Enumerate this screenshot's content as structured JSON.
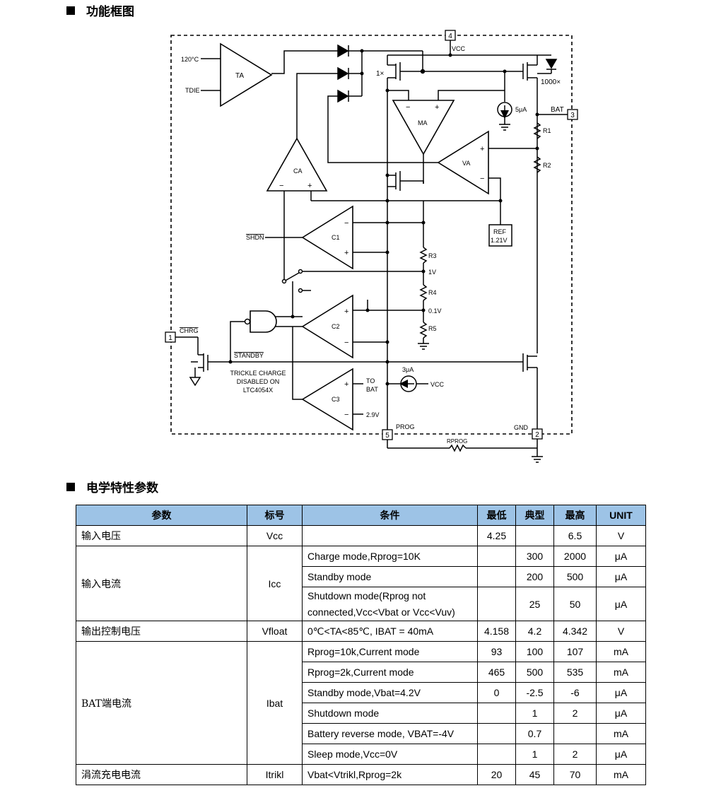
{
  "sections": {
    "diagram_title": "功能框图",
    "table_title": "电学特性参数"
  },
  "diagram": {
    "labels": {
      "temp_120": "120°C",
      "t_die": "TDIE",
      "ta": "TA",
      "mirror_1x": "1×",
      "mirror_1000x": "1000×",
      "pin4_vcc": "VCC",
      "i_5ua": "5μA",
      "bat": "BAT",
      "r1": "R1",
      "r2": "R2",
      "ma": "MA",
      "ca": "CA",
      "va": "VA",
      "c1": "C1",
      "c2": "C2",
      "c3": "C3",
      "shdn": "SHDN",
      "chrg": "CHRG",
      "standby": "STANDBY",
      "ref": "REF",
      "ref_v": "1.21V",
      "r3": "R3",
      "v_1": "1V",
      "r4": "R4",
      "v_01": "0.1V",
      "r5": "R5",
      "trickle_1": "TRICKLE CHARGE",
      "trickle_2": "DISABLED ON",
      "trickle_3": "LTC4054X",
      "to": "TO",
      "to_bat": "BAT",
      "i_3ua": "3μA",
      "vcc_src": "VCC",
      "v_29": "2.9V",
      "prog": "PROG",
      "gnd": "GND",
      "rprog": "RPROG",
      "minus": "−",
      "plus": "+",
      "pin1": "1",
      "pin2": "2",
      "pin3": "3",
      "pin4": "4",
      "pin5": "5"
    }
  },
  "table": {
    "headers": [
      "参数",
      "标号",
      "条件",
      "最低",
      "典型",
      "最高",
      "UNIT"
    ],
    "groups": [
      {
        "param": "输入电压",
        "symbol": "Vcc",
        "rows": [
          {
            "cond": "",
            "min": "4.25",
            "typ": "",
            "max": "6.5",
            "unit": "V"
          }
        ]
      },
      {
        "param": "输入电流",
        "symbol": "Icc",
        "rows": [
          {
            "cond": "Charge mode,Rprog=10K",
            "min": "",
            "typ": "300",
            "max": "2000",
            "unit": "μA"
          },
          {
            "cond": "Standby mode",
            "min": "",
            "typ": "200",
            "max": "500",
            "unit": "μA"
          },
          {
            "cond": "Shutdown mode(Rprog not connected,Vcc<Vbat or Vcc<Vuv)",
            "min": "",
            "typ": "25",
            "max": "50",
            "unit": "μA"
          }
        ]
      },
      {
        "param": "输出控制电压",
        "symbol": "Vfloat",
        "rows": [
          {
            "cond": "0℃<TA<85℃, IBAT = 40mA",
            "min": "4.158",
            "typ": "4.2",
            "max": "4.342",
            "unit": "V"
          }
        ]
      },
      {
        "param": "BAT端电流",
        "symbol": "Ibat",
        "rows": [
          {
            "cond": "Rprog=10k,Current mode",
            "min": "93",
            "typ": "100",
            "max": "107",
            "unit": "mA"
          },
          {
            "cond": "Rprog=2k,Current mode",
            "min": "465",
            "typ": "500",
            "max": "535",
            "unit": "mA"
          },
          {
            "cond": "Standby mode,Vbat=4.2V",
            "min": "0",
            "typ": "-2.5",
            "max": "-6",
            "unit": "μA"
          },
          {
            "cond": "Shutdown mode",
            "min": "",
            "typ": "1",
            "max": "2",
            "unit": "μA"
          },
          {
            "cond": "Battery reverse mode, VBAT=-4V",
            "min": "",
            "typ": "0.7",
            "max": "",
            "unit": "mA"
          },
          {
            "cond": "Sleep mode,Vcc=0V",
            "min": "",
            "typ": "1",
            "max": "2",
            "unit": "μA"
          }
        ]
      },
      {
        "param": "涓流充电电流",
        "symbol": "Itrikl",
        "rows": [
          {
            "cond": "Vbat<Vtrikl,Rprog=2k",
            "min": "20",
            "typ": "45",
            "max": "70",
            "unit": "mA"
          }
        ]
      }
    ]
  }
}
